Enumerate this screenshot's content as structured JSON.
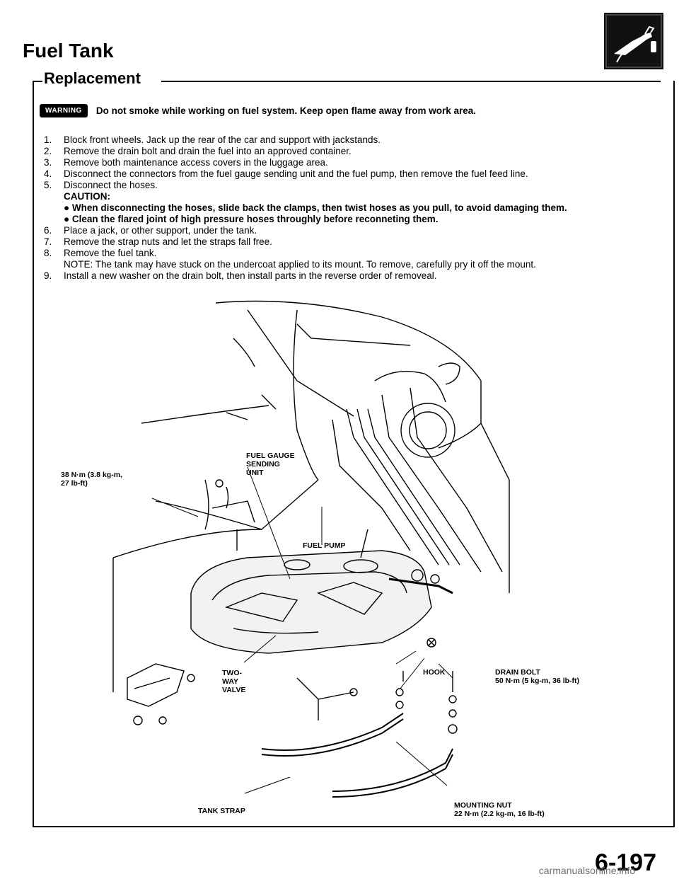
{
  "header": {
    "title": "Fuel Tank",
    "section": "Replacement"
  },
  "warning": {
    "badge": "WARNING",
    "text": "Do not smoke while working on fuel system. Keep open flame away from work area."
  },
  "steps": [
    {
      "num": "1.",
      "text": "Block front wheels. Jack up the rear of the car and support with jackstands."
    },
    {
      "num": "2.",
      "text": "Remove the drain bolt and drain the fuel into an approved container."
    },
    {
      "num": "3.",
      "text": "Remove both maintenance access covers in the luggage area."
    },
    {
      "num": "4.",
      "text": "Disconnect the connectors from the fuel gauge sending unit and the fuel pump, then remove the fuel feed line."
    },
    {
      "num": "5.",
      "text": "Disconnect the hoses."
    }
  ],
  "caution": {
    "label": "CAUTION:",
    "items": [
      "● When disconnecting the hoses, slide back the clamps, then twist hoses as you pull, to avoid damaging them.",
      "● Clean the flared joint of high pressure hoses throughly before reconneting them."
    ]
  },
  "steps2": [
    {
      "num": "6.",
      "text": "Place a jack, or other support, under the tank."
    },
    {
      "num": "7.",
      "text": "Remove the strap nuts and let the straps fall free."
    },
    {
      "num": "8.",
      "text": "Remove the fuel tank."
    }
  ],
  "note": "NOTE: The tank may have stuck on the undercoat applied to its mount. To remove, carefully pry it off the mount.",
  "step9": {
    "num": "9.",
    "text": "Install a new washer on the drain bolt, then install parts in the reverse order of removeal."
  },
  "labels": {
    "torque1_a": "38 N·m (3.8 kg-m,",
    "torque1_b": "27 lb-ft)",
    "sending_a": "FUEL GAUGE",
    "sending_b": "SENDING",
    "sending_c": "UNIT",
    "pump": "FUEL PUMP",
    "twoway_a": "TWO-",
    "twoway_b": "WAY",
    "twoway_c": "VALVE",
    "hook": "HOOK",
    "drain_a": "DRAIN BOLT",
    "drain_b": "50 N·m (5 kg-m, 36 lb-ft)",
    "strap": "TANK STRAP",
    "mount_a": "MOUNTING NUT",
    "mount_b": "22 N·m (2.2 kg-m, 16 lb-ft)"
  },
  "footer": {
    "page": "6-197",
    "watermark": "carmanualsonline.info"
  }
}
